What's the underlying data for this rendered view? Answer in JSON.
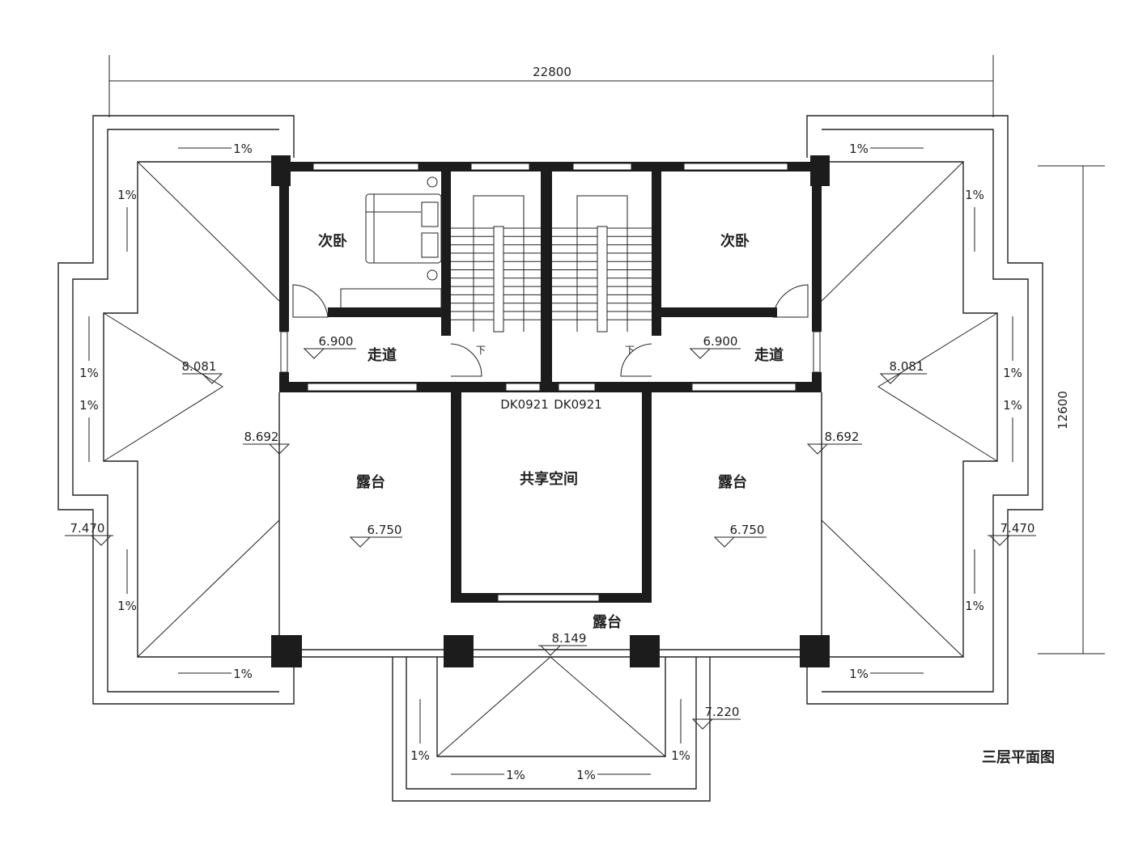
{
  "title": "三层平面图",
  "dimensions": {
    "width": "22800",
    "depth": "12600"
  },
  "rooms": {
    "bedroom_left": "次卧",
    "bedroom_right": "次卧",
    "corridor_left": "走道",
    "corridor_right": "走道",
    "terrace_left": "露台",
    "terrace_right": "露台",
    "terrace_front": "露台",
    "shared_space": "共享空间"
  },
  "doors": [
    "DK0921",
    "DK0921"
  ],
  "stair_down": [
    "下",
    "下"
  ],
  "elevations": {
    "corridor_left": "6.900",
    "corridor_right": "6.900",
    "roof_left": "8.081",
    "roof_right": "8.081",
    "eave_left": "8.692",
    "eave_right": "8.692",
    "outer_left": "7.470",
    "outer_right": "7.470",
    "terrace_left": "6.750",
    "terrace_right": "6.750",
    "front_roof": "8.149",
    "front_outer": "7.220"
  },
  "slopes": [
    "1%",
    "1%",
    "1%",
    "1%",
    "1%",
    "1%",
    "1%",
    "1%",
    "1%",
    "1%",
    "1%",
    "1%",
    "1%",
    "1%",
    "1%",
    "1%"
  ]
}
